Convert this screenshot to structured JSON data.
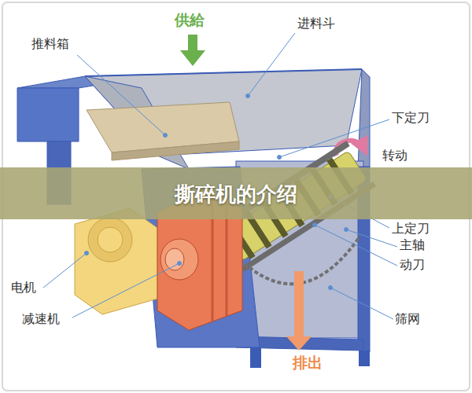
{
  "diagram": {
    "title": "撕碎机的介绍",
    "labels": [
      "供給",
      "推料箱",
      "进料斗",
      "下定刀",
      "转动",
      "上定刀",
      "主轴",
      "动刀",
      "电机",
      "减速机",
      "筛网",
      "排出"
    ]
  }
}
